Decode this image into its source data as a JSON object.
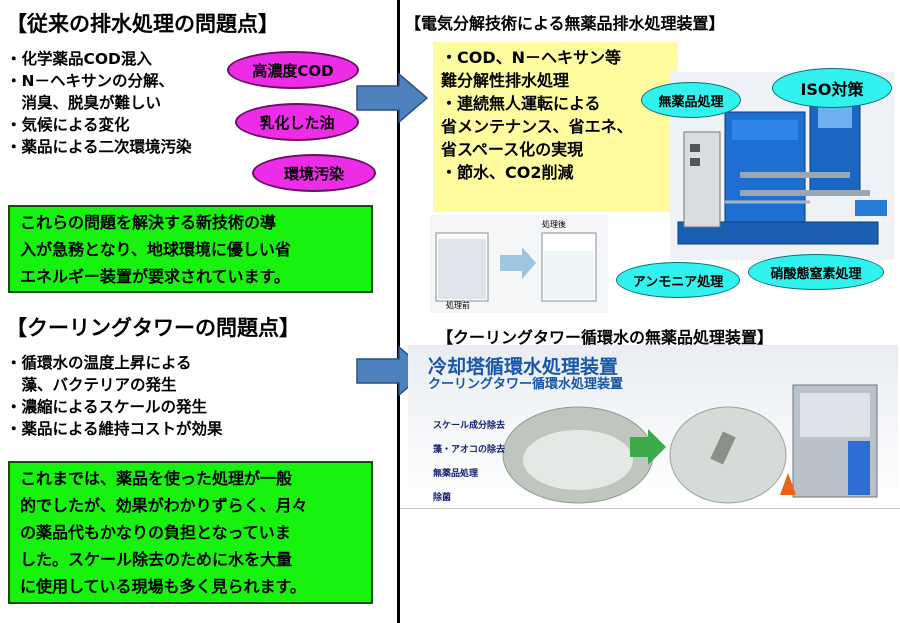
{
  "left": {
    "heading1": "【従来の排水処理の問題点】",
    "bullets1": [
      "・化学薬品COD混入",
      "・N－ヘキサンの分解、",
      "　消臭、脱臭が難しい",
      "・気候による変化",
      "・薬品による二次環境汚染"
    ],
    "ovals": [
      "高濃度COD",
      "乳化した油",
      "環境汚染"
    ],
    "green1": [
      "これらの問題を解決する新技術の導",
      "入が急務となり、地球環境に優しい省",
      "エネルギー装置が要求されています。"
    ],
    "heading2": "【クーリングタワーの問題点】",
    "bullets2": [
      "・循環水の温度上昇による",
      "　藻、バクテリアの発生",
      "・濃縮によるスケールの発生",
      "・薬品による維持コストが効果"
    ],
    "green2": [
      "これまでは、薬品を使った処理が一般",
      "的でしたが、効果がわかりずらく、月々",
      "の薬品代もかなりの負担となっていま",
      "した。スケール除去のために水を大量",
      "に使用している現場も多く見られます。"
    ]
  },
  "right": {
    "heading1": "【電気分解技術による無薬品排水処理装置】",
    "yellow": [
      "・COD、N－ヘキサン等",
      "難分解性排水処理",
      "・連続無人運転による",
      "省メンテナンス、省エネ、",
      "省スペース化の実現",
      "・節水、CO2削減"
    ],
    "badges": [
      "無薬品処理",
      "ISO対策",
      "アンモニア処理",
      "硝酸態窒素処理"
    ],
    "beaker_labels": [
      "処理前",
      "処理後"
    ],
    "heading2": "【クーリングタワー循環水の無薬品処理装置】",
    "ct_title1": "冷却塔循環水処理装置",
    "ct_title2": "クーリングタワー循環水処理装置",
    "ct_features": [
      "スケール成分除去",
      "藻・アオコの除去",
      "無薬品処理",
      "除菌"
    ]
  },
  "colors": {
    "green": "#17f20e",
    "magenta": "#ec2ce6",
    "yellow": "#fffca0",
    "cyan": "#31f2ee",
    "arrow": "#4e82be"
  }
}
